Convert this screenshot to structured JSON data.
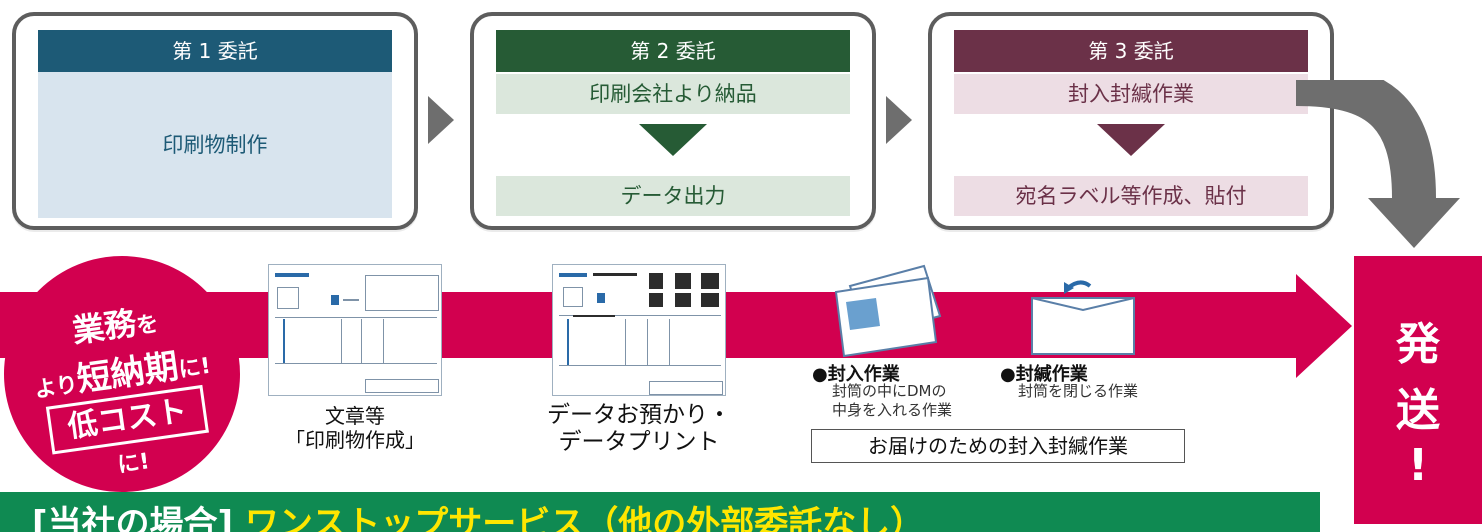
{
  "stages": [
    {
      "header": "第 1 委託",
      "items": [
        "印刷物制作"
      ]
    },
    {
      "header": "第 2 委託",
      "items": [
        "印刷会社より納品",
        "データ出力"
      ]
    },
    {
      "header": "第 3 委託",
      "items": [
        "封入封緘作業",
        "宛名ラベル等作成、貼付"
      ]
    }
  ],
  "badge": {
    "line1_big": "業務",
    "line1_small": "を",
    "line2_pre": "より",
    "line2_big": "短納期",
    "line2_small": "に!",
    "line3_big": "低コスト",
    "line3_small": "に!"
  },
  "captions": {
    "doc1": [
      "文章等",
      "「印刷物作成」"
    ],
    "doc2": [
      "データお預かり・",
      "データプリント"
    ]
  },
  "bullets": [
    {
      "title": "●封入作業",
      "desc": [
        "封筒の中にDMの",
        "中身を入れる作業"
      ]
    },
    {
      "title": "●封緘作業",
      "desc": [
        "封筒を閉じる作業"
      ]
    }
  ],
  "outline_label": "お届けのための封入封緘作業",
  "send_label": [
    "発",
    "送",
    "!"
  ],
  "bottom_bar": {
    "prefix": "[当社の場合]",
    "text": "ワンストップサービス（他の外部委託なし）"
  },
  "colors": {
    "stage1": "#1d5a76",
    "stage2": "#265b35",
    "stage3": "#6b3148",
    "accent_red": "#d2004f",
    "bar_green": "#0f8a52",
    "arrow_gray": "#6e6e6e"
  }
}
